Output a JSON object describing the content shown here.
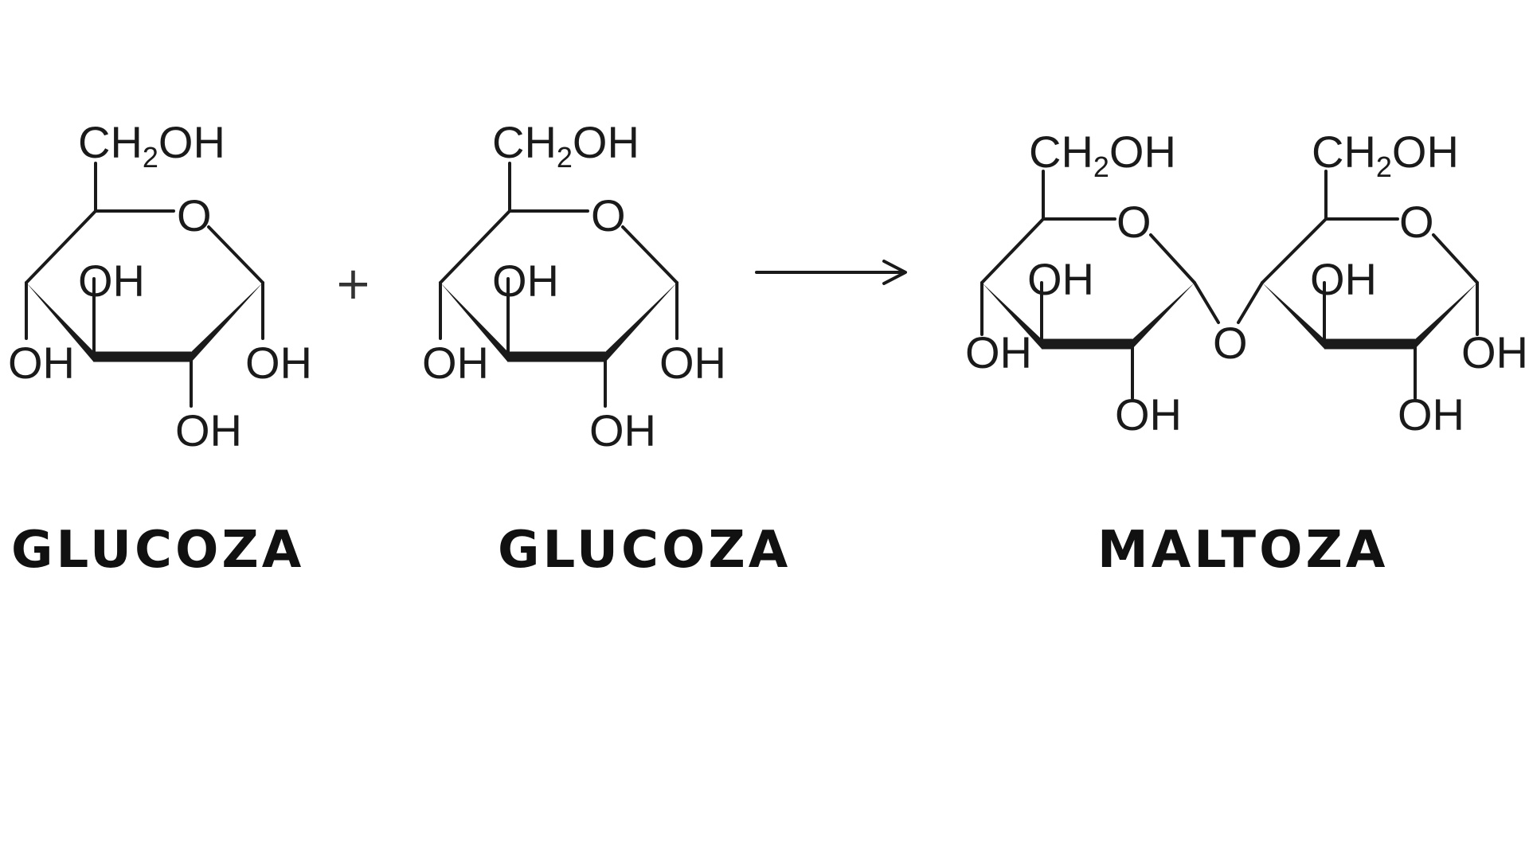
{
  "atoms": {
    "ch2oh": "CH",
    "sub2": "2",
    "oh_suffix": "OH",
    "ring_o": "O",
    "bridge_o": "O",
    "oh": "OH"
  },
  "operator": {
    "plus": "+"
  },
  "labels": {
    "reactant_1": "GLUCOZA",
    "reactant_2": "GLUCOZA",
    "product": "MALTOZA"
  }
}
